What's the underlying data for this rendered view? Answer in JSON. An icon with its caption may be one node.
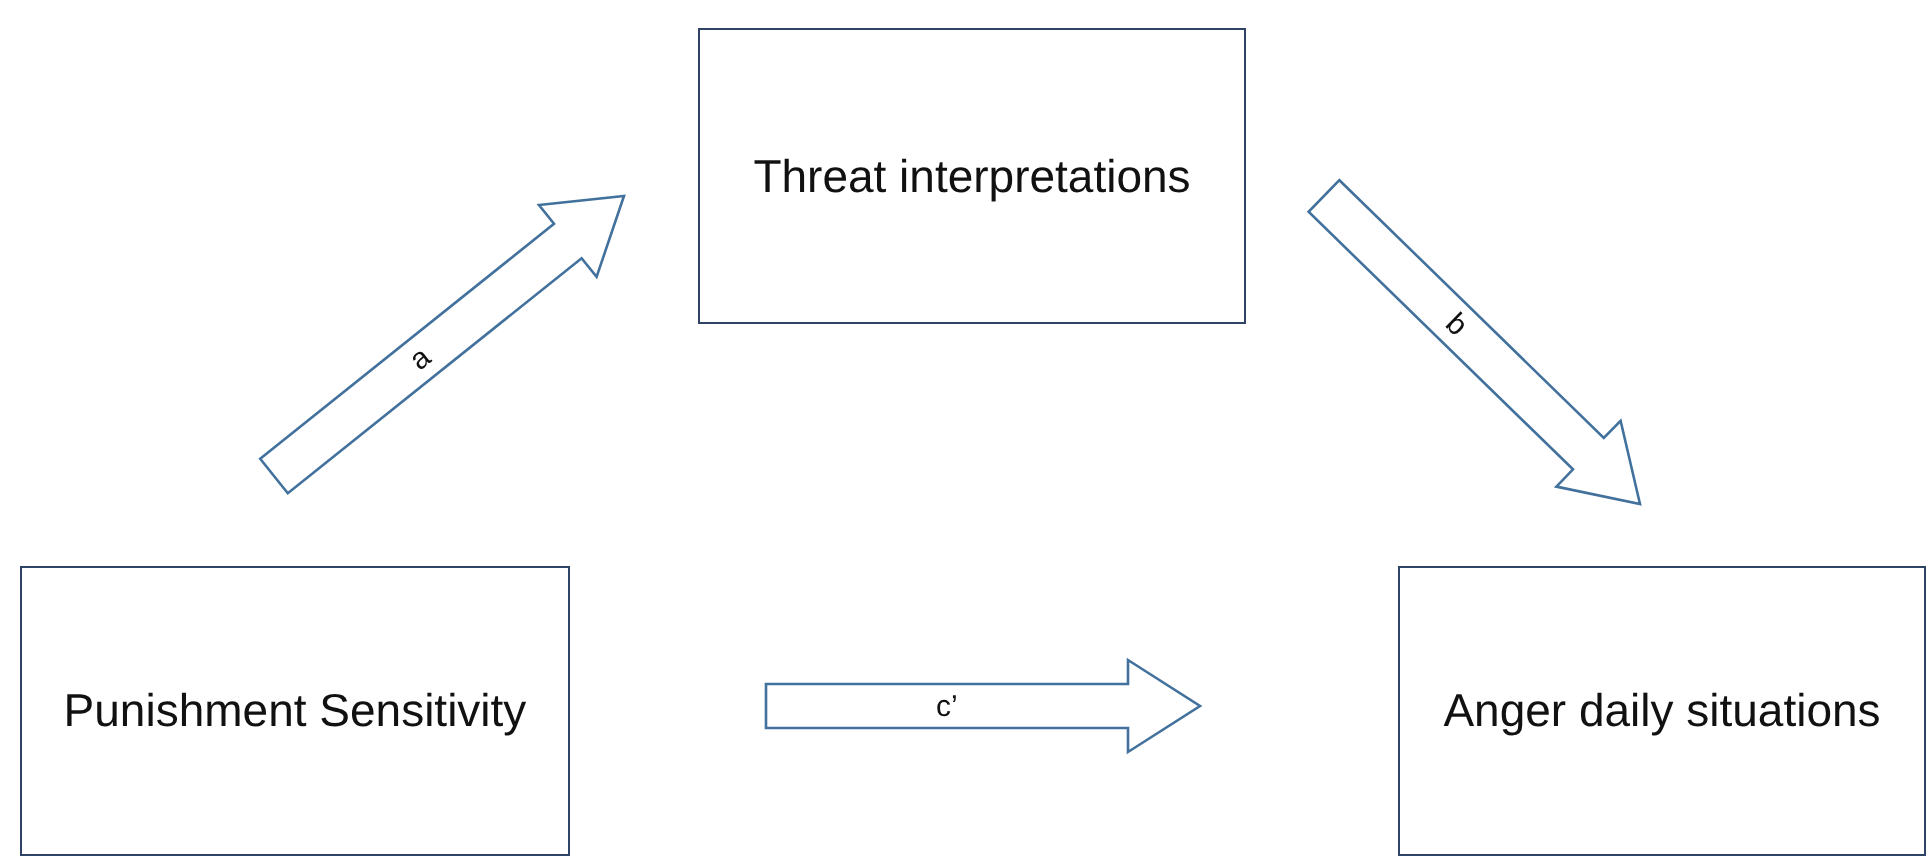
{
  "diagram": {
    "nodes": [
      {
        "text": [
          "Punishment Sensitivity"
        ]
      },
      {
        "text": [
          "Threat interpretations"
        ]
      },
      {
        "text": [
          "Anger daily situations"
        ]
      }
    ],
    "edges": [
      {
        "from": 0,
        "to": 1,
        "arrow": "to",
        "label": "a"
      },
      {
        "from": 1,
        "to": 2,
        "arrow": "to",
        "label": "b"
      },
      {
        "from": 0,
        "to": 2,
        "arrow": "to",
        "label": "c’"
      }
    ]
  }
}
